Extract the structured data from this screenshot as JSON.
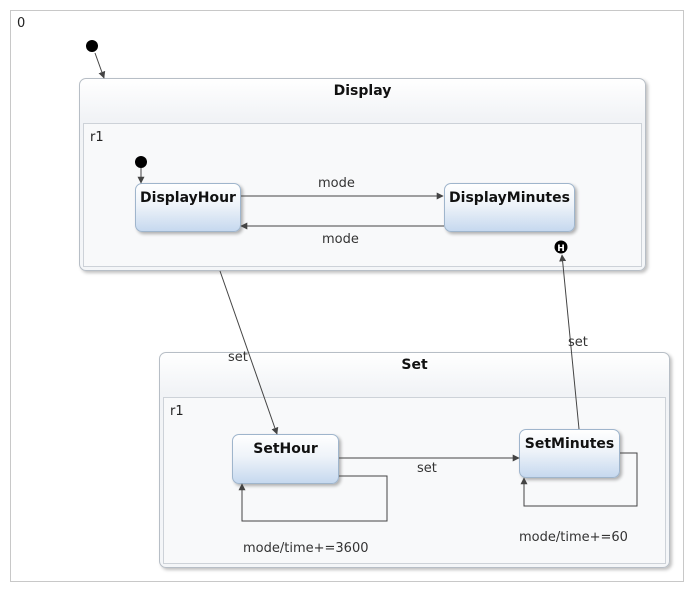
{
  "root": {
    "label": "0"
  },
  "display": {
    "title": "Display",
    "region_label": "r1",
    "states": {
      "hour": "DisplayHour",
      "minutes": "DisplayMinutes"
    },
    "history_glyph": "H"
  },
  "set": {
    "title": "Set",
    "region_label": "r1",
    "states": {
      "hour": "SetHour",
      "minutes": "SetMinutes"
    }
  },
  "transitions": {
    "hour_to_minutes": "mode",
    "minutes_to_hour": "mode",
    "display_to_sethour": "set",
    "sethour_to_setminutes": "set",
    "setminutes_to_history": "set",
    "sethour_self": "mode/time+=3600",
    "setminutes_self": "mode/time+=60"
  }
}
